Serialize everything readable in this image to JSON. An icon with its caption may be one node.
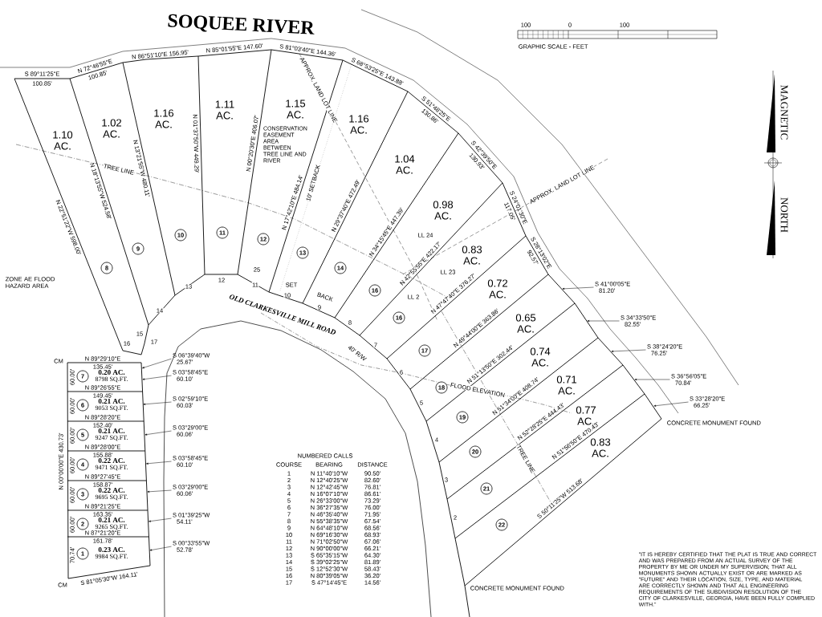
{
  "diagram": {
    "nodes": [
      {
        "text": [
          "S 06°39'40\"W",
          "25.67'"
        ]
      },
      {
        "text": [
          "S 03°58'45\"E",
          "60.10'"
        ]
      },
      {
        "text": [
          "S 02°59'10\"E",
          "60.03'"
        ]
      },
      {
        "text": [
          "S 03°29'00\"E",
          "60.06'"
        ]
      },
      {
        "text": [
          "S 03°58'45\"E",
          "60.10'"
        ]
      },
      {
        "text": [
          "S 03°29'00\"E",
          "60.06'"
        ]
      },
      {
        "text": [
          "S 01°39'25\"W",
          "54.11'"
        ]
      },
      {
        "text": [
          "S 00°33'55\"W",
          "52.78'"
        ]
      },
      {
        "text": [
          "S 41°00'05\"E",
          "81.20'"
        ]
      },
      {
        "text": [
          "S 34°33'50\"E",
          "82.55'"
        ]
      },
      {
        "text": [
          "S 38°24'20\"E",
          "76.25'"
        ]
      },
      {
        "text": [
          "S 36°56'05\"E",
          "70.84'"
        ]
      },
      {
        "text": [
          "S 33°28'20\"E",
          "66.25'"
        ]
      }
    ],
    "edges": [
      {
        "from": 0,
        "to": null,
        "arrow": "to"
      },
      {
        "from": 1,
        "to": null,
        "arrow": "to"
      },
      {
        "from": 2,
        "to": null,
        "arrow": "to"
      },
      {
        "from": 3,
        "to": null,
        "arrow": "to"
      },
      {
        "from": 4,
        "to": null,
        "arrow": "to"
      },
      {
        "from": 5,
        "to": null,
        "arrow": "to"
      },
      {
        "from": 6,
        "to": null,
        "arrow": "to"
      },
      {
        "from": 7,
        "to": null,
        "arrow": "to"
      },
      {
        "from": 8,
        "to": null,
        "arrow": "to"
      },
      {
        "from": 9,
        "to": null,
        "arrow": "to"
      },
      {
        "from": 10,
        "to": null,
        "arrow": "to"
      },
      {
        "from": 11,
        "to": null,
        "arrow": "to"
      },
      {
        "from": 12,
        "to": null,
        "arrow": "to"
      }
    ],
    "labels": [
      "SOQUEE RIVER",
      "100",
      "0",
      "100",
      "GRAPHIC SCALE - FEET",
      "MAGNETIC",
      "NORTH",
      "S 89°11'25\"E",
      "100.85'",
      "N 72°46'55\"E",
      "100.85'",
      "N 86°51'10\"E 156.95'",
      "N 85°01'55\"E 147.60'",
      "S 81°03'40\"E 144.36'",
      "S 68°53'25\"E 143.88'",
      "S 51°48'25\"E",
      "130.86'",
      "S 42°39'50\"E",
      "130.93'",
      "S 24°01'30\"E",
      "117.05'",
      "S 28°13'02\"E",
      "92.57'",
      "1.10 AC.",
      "1.02 AC.",
      "1.16 AC.",
      "1.11 AC.",
      "1.15 AC.",
      "1.16 AC.",
      "1.04 AC.",
      "0.98 AC.",
      "0.83 AC.",
      "0.72 AC.",
      "0.65 AC.",
      "0.74 AC.",
      "0.71 AC.",
      "0.77 AC.",
      "0.83 AC.",
      "8",
      "9",
      "10",
      "11",
      "12",
      "13",
      "14",
      "16",
      "16",
      "17",
      "18",
      "19",
      "20",
      "21",
      "22",
      "N 22°51'22\"W 598.00'",
      "N 18°13'55\"W 524.58'",
      "N 13°21'55\"W 480.11'",
      "N 01°37'50\"W 449.29'",
      "N 00°20'30\"E 406.07'",
      "N 17°42'10\"E 484.14'",
      "N 29°37'40\"E 472.49'",
      "N 34°15'45\"E 447.39'",
      "N 42°55'55\"E 422.17'",
      "N 47°47'40\"E 376.27'",
      "N 49°44'00\"E 363.86'",
      "N 51°13'50\"E 302.44'",
      "N 51°34'00\"E 408.74'",
      "N 52°28'25\"E 444.43'",
      "N 51°56'50\"E 470.43'",
      "S 50°11'25\"W 513.68'",
      "TREE LINE",
      "CONSERVATION EASEMENT AREA BETWEEN TREE LINE AND RIVER",
      "APPROX. LAND LOT LINE",
      "10' SETBACK",
      "LL 24",
      "LL 23",
      "LL 2",
      "APPROX. LAND LOT LINE",
      "25",
      "SET",
      "BACK",
      "OLD CLARKESVILLE MILL ROAD",
      "40' R/W",
      "FLOOD ELEVATION",
      "TREE LINE",
      "ZONE AE FLOOD HAZARD AREA",
      "CONCRETE MONUMENT FOUND",
      "CONCRETE MONUMENT FOUND",
      "15",
      "16",
      "17",
      "14",
      "13",
      "12",
      "11",
      "10",
      "9",
      "8",
      "7",
      "6",
      "5",
      "4",
      "3",
      "2",
      "CM",
      "N 89°29'10\"E",
      "135.45'",
      "7",
      "0.20 AC.",
      "8798 SQ.FT.",
      "N 89°26'55\"E",
      "149.45'",
      "6",
      "0.21 AC.",
      "9053 SQ.FT.",
      "N 89°28'20\"E",
      "152.40'",
      "5",
      "0.21 AC.",
      "9247 SQ.FT.",
      "N 89°28'00\"E",
      "155.88'",
      "4",
      "0.22 AC.",
      "9471 SQ.FT.",
      "N 89°27'45\"E",
      "158.87'",
      "3",
      "0.22 AC.",
      "9695 SQ.FT.",
      "N 89°21'25\"E",
      "163.35'",
      "2",
      "0.21 AC.",
      "9265 SQ.FT.",
      "N 87°21'20\"E",
      "161.78'",
      "1",
      "0.23 AC.",
      "9984 SQ.FT.",
      "S 81°05'30\"W 164.11'",
      "CM",
      "N 00°00'00\"E 430.73'",
      "60.00'",
      "60.00'",
      "60.00'",
      "60.00'",
      "60.00'",
      "60.00'",
      "70.74'",
      "NUMBERED CALLS",
      "COURSE",
      "BEARING",
      "DISTANCE",
      "1",
      "N 11°40'10\"W",
      "90.50'",
      "2",
      "N 12°40'25\"W",
      "82.60'",
      "3",
      "N 12°42'45\"W",
      "76.81'",
      "4",
      "N 16°07'10\"W",
      "86.61'",
      "5",
      "N 26°33'00\"W",
      "73.29'",
      "6",
      "N 36°27'35\"W",
      "76.00'",
      "7",
      "N 46°35'40\"W",
      "71.95'",
      "8",
      "N 55°38'35\"W",
      "67.54'",
      "9",
      "N 64°48'10\"W",
      "68.56'",
      "10",
      "N 69°16'30\"W",
      "68.93'",
      "11",
      "N 71°02'50\"W",
      "67.06'",
      "12",
      "N 90°00'00\"W",
      "66.21'",
      "13",
      "S 65°35'15\"W",
      "64.30'",
      "14",
      "S 39°02'25\"W",
      "81.89'",
      "15",
      "S 12°52'30\"W",
      "58.43'",
      "16",
      "N 80°39'05\"W",
      "36.20'",
      "17",
      "S 47°14'45\"E",
      "14.56'",
      "\"IT IS HEREBY CERTIFIED THAT THE PLAT IS TRUE AND CORRECT AND WAS PREPARED FROM AN ACTUAL SURVEY OF THE PROPERTY BY ME OR UNDER MY SUPERVISION; THAT ALL MONUMENTS SHOWN ACTUALLY EXIST OR ARE MARKED AS \"FUTURE\" AND THEIR LOCATION, SIZE, TYPE, AND MATERIAL ARE CORRECTLY SHOWN AND THAT ALL ENGINEERING REQUIREMENTS OF THE SUBDIVISION RESOLUTION OF THE CITY OF CLARKESVILLE, GEORGIA, HAVE BEEN FULLY COMPLIED WITH.\""
    ]
  }
}
